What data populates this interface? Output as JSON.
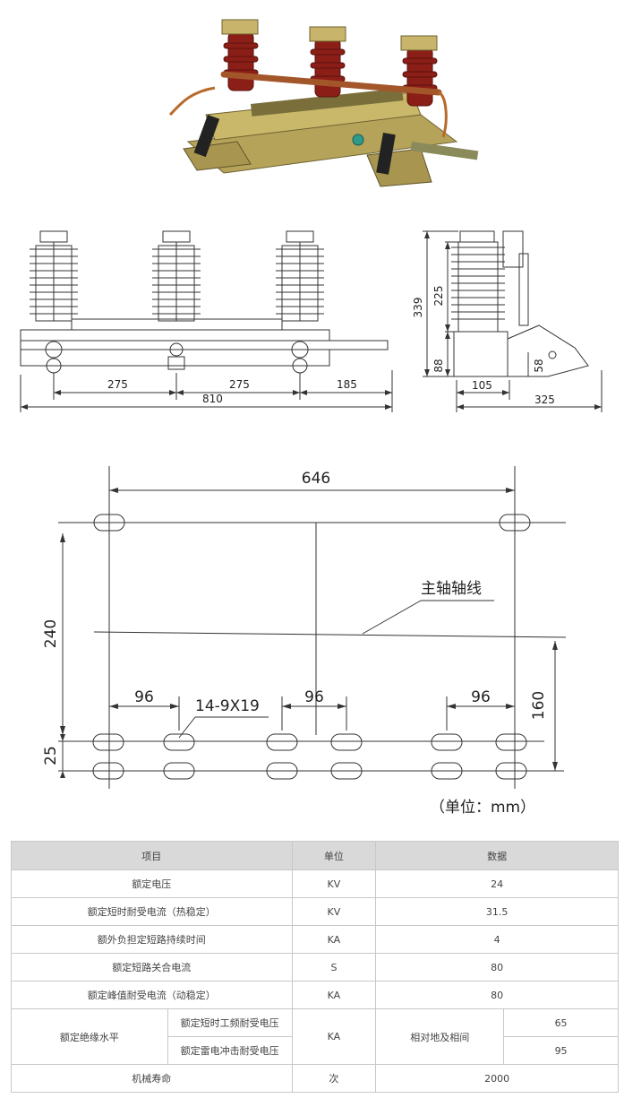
{
  "front_view": {
    "dims": {
      "d1": "275",
      "d2": "275",
      "d3": "185",
      "total": "810"
    }
  },
  "side_view": {
    "dims": {
      "h_total": "339",
      "h_insulator": "225",
      "h_base": "88",
      "h_small": "58",
      "w1": "105",
      "w_total": "325"
    }
  },
  "mount_plan": {
    "top_span": "646",
    "axis_label": "主轴轴线",
    "height_left": "240",
    "spacing_a": "96",
    "hole_spec": "14-9X19",
    "spacing_b": "96",
    "spacing_c": "96",
    "height_right": "160",
    "row_gap": "25",
    "unit_note": "（单位：mm）"
  },
  "spec_table": {
    "headers": {
      "item": "项目",
      "unit": "单位",
      "value": "数据"
    },
    "rows": [
      {
        "item": "额定电压",
        "unit": "KV",
        "value": "24"
      },
      {
        "item": "额定短时耐受电流（热稳定）",
        "unit": "KV",
        "value": "31.5"
      },
      {
        "item": "额外负担定短路持续时间",
        "unit": "KA",
        "value": "4"
      },
      {
        "item": "额定短路关合电流",
        "unit": "S",
        "value": "80"
      },
      {
        "item": "额定峰值耐受电流（动稳定）",
        "unit": "KA",
        "value": "80"
      }
    ],
    "insulation": {
      "item": "额定绝缘水平",
      "sub1": "额定短时工频耐受电压",
      "sub2": "额定雷电冲击耐受电压",
      "unit": "KA",
      "group": "相对地及相间",
      "v1": "65",
      "v2": "95"
    },
    "life": {
      "item": "机械寿命",
      "unit": "次",
      "value": "2000"
    }
  }
}
